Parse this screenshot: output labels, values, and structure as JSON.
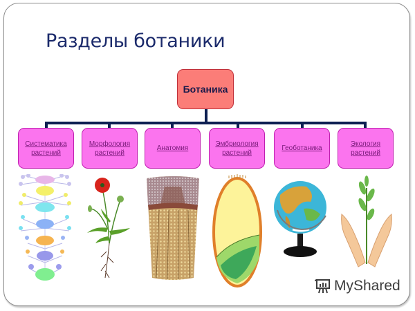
{
  "slide": {
    "title": "Разделы ботаники",
    "root": {
      "label": "Ботаника",
      "color": "#fb7d78"
    },
    "node_color": "#fb74ee",
    "line_color": "#0d1f52",
    "branches": [
      {
        "label": "Систематика растений",
        "image": "plant-classification-scheme"
      },
      {
        "label": "Морфология растений",
        "image": "poppy-plant"
      },
      {
        "label": "Анатомия",
        "image": "stem-cross-section"
      },
      {
        "label": "Эмбриология растений",
        "image": "seed-embryo"
      },
      {
        "label": "Геоботаника",
        "image": "globe"
      },
      {
        "label": "Экология растений",
        "image": "hands-holding-sprout"
      }
    ]
  },
  "watermark": {
    "text": "MyShared",
    "icon": "presentation-board-icon"
  }
}
